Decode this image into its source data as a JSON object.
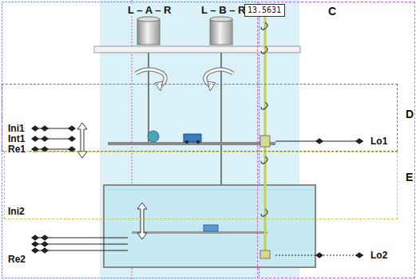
{
  "diagram": {
    "nodes": [
      {
        "text": [
          "C"
        ]
      },
      {
        "text": [
          "D"
        ]
      },
      {
        "text": [
          "E"
        ]
      },
      {
        "text": [
          "13.5631"
        ]
      }
    ],
    "labels": [
      "L – A – R",
      "L – B – R",
      "Ini1",
      "Int1",
      "Re1",
      "Lo1",
      "Ini2",
      "Re2",
      "Lo2"
    ]
  }
}
